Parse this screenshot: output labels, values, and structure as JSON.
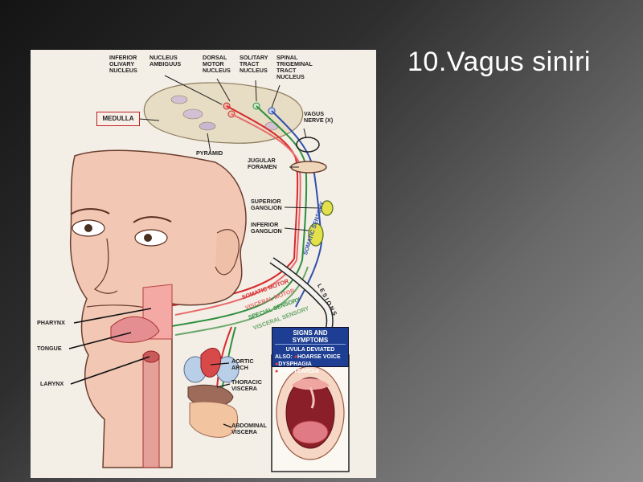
{
  "slide": {
    "title": "10.Vagus siniri"
  },
  "figure": {
    "labels": {
      "inferior_olivary": "INFERIOR\nOLIVARY\nNUCLEUS",
      "nucleus_ambiguus": "NUCLEUS\nAMBIGUUS",
      "dorsal_motor": "DORSAL\nMOTOR\nNUCLEUS",
      "solitary_tract": "SOLITARY\nTRACT\nNUCLEUS",
      "spinal_trigeminal": "SPINAL\nTRIGEMINAL\nTRACT\nNUCLEUS",
      "medulla": "MEDULLA",
      "vagus_nerve": "VAGUS\nNERVE (X)",
      "pyramid": "PYRAMID",
      "jugular_foramen": "JUGULAR\nFORAMEN",
      "superior_ganglion": "SUPERIOR\nGANGLION",
      "inferior_ganglion": "INFERIOR\nGANGLION",
      "somatic_sensory": "SOMATIC SENSORY",
      "lesions": "LESIONS",
      "somatic_motor": "SOMATIC MOTOR",
      "visceral_motor": "VISCERAL MOTOR",
      "special_sensory": "SPECIAL SENSORY",
      "visceral_sensory": "VISCERAL SENSORY",
      "pharynx": "PHARYNX",
      "tongue": "TONGUE",
      "larynx": "LARYNX",
      "aortic_arch": "AORTIC\nARCH",
      "thoracic_viscera": "THORACIC\nVISCERA",
      "abdominal_viscera": "ABDOMINAL\nVISCERA"
    },
    "signs": {
      "title": "SIGNS AND SYMPTOMS",
      "line1": "UVULA DEVIATED",
      "also": "ALSO:",
      "hoarse": "HOARSE VOICE",
      "dysphagia": "DYSPHAGIA",
      "tachycardia": "TACHYCARDIA"
    },
    "colors": {
      "somatic_motor": "#d8282a",
      "visceral_motor": "#e86a6a",
      "special_sensory": "#2e8f3e",
      "visceral_sensory": "#6aa86a",
      "somatic_sensory": "#2f4fae",
      "skin": "#f2c8b4",
      "skin_outline": "#6a3d2e",
      "panel_blue": "#1d3e92"
    }
  }
}
